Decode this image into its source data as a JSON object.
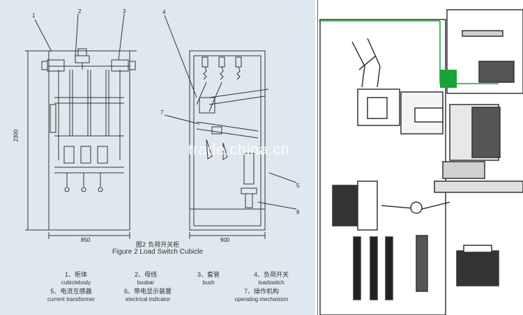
{
  "figure": {
    "caption_cn": "图2  负荷开关柜",
    "caption_en": "Figure 2 Load Switch Cubicle"
  },
  "callouts": [
    "1",
    "2",
    "3",
    "4",
    "7",
    "5",
    "6"
  ],
  "dimensions": {
    "width_front": "850",
    "width_side": "900",
    "height": "2300"
  },
  "legend": [
    {
      "number_cn": "1、柜体",
      "en": "cubiclebody"
    },
    {
      "number_cn": "2、母线",
      "en": "busbar"
    },
    {
      "number_cn": "3、套管",
      "en": "bush"
    },
    {
      "number_cn": "4、负荷开关",
      "en": "loadswitch"
    },
    {
      "number_cn": "5、电流互感器",
      "en": "current transformer"
    },
    {
      "number_cn": "6、带电显示装置",
      "en": "electrical indicator"
    },
    {
      "number_cn": "7、操作机构",
      "en": "operating mechanism"
    }
  ],
  "watermark": "trade.china.cn",
  "colors": {
    "panel_bg": "#dfe8ee",
    "line": "#333333",
    "accent_green": "#1aa336"
  }
}
